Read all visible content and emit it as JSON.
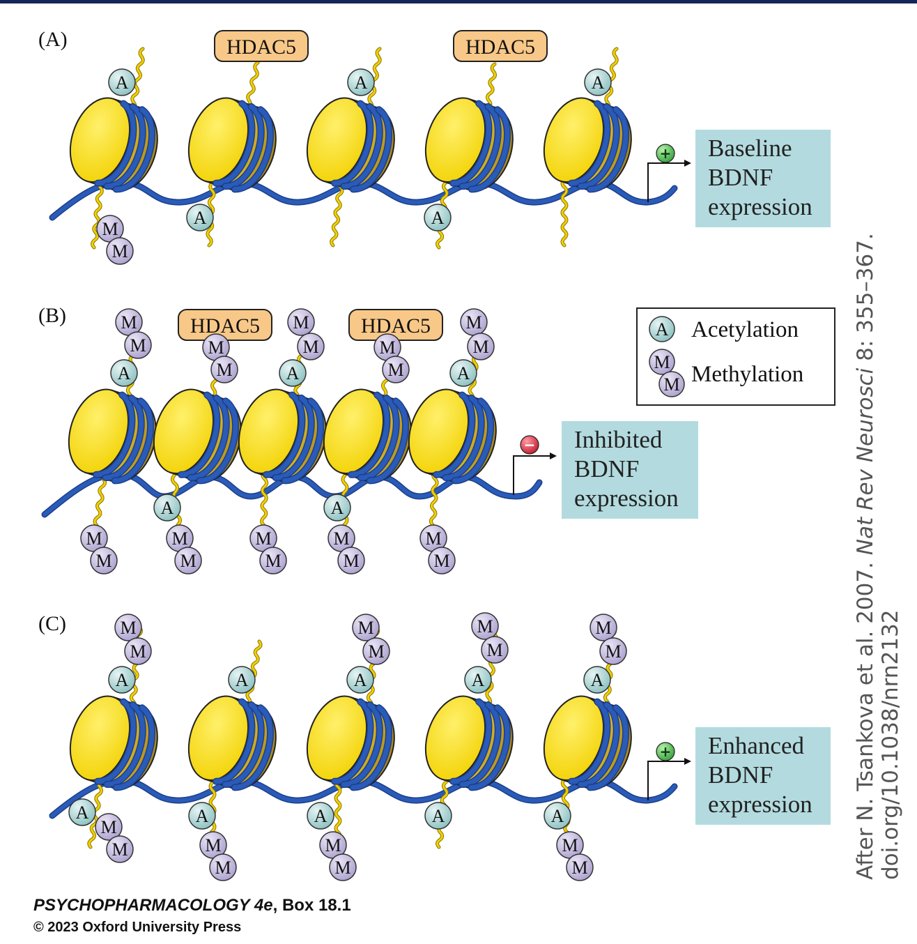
{
  "panels": [
    {
      "id": "A",
      "label": "(A)",
      "hdac_labels": [
        "HDAC5",
        "HDAC5"
      ],
      "outcome": {
        "sign": "+",
        "lines": [
          "Baseline",
          "BDNF",
          "expression"
        ]
      }
    },
    {
      "id": "B",
      "label": "(B)",
      "hdac_labels": [
        "HDAC5",
        "HDAC5"
      ],
      "outcome": {
        "sign": "−",
        "lines": [
          "Inhibited",
          "BDNF",
          "expression"
        ]
      }
    },
    {
      "id": "C",
      "label": "(C)",
      "hdac_labels": [],
      "outcome": {
        "sign": "+",
        "lines": [
          "Enhanced",
          "BDNF",
          "expression"
        ]
      }
    }
  ],
  "modification_marks": {
    "acetyl": "A",
    "methyl": "M"
  },
  "legend": {
    "acetylation": "Acetylation",
    "methylation": "Methylation"
  },
  "attribution": {
    "prefix": "After N. Tsankova et al. 2007. ",
    "journal": "Nat Rev Neurosci",
    "suffix": " 8: 355–367.",
    "doi": "doi.org/10.1038/nrn2132"
  },
  "footer": {
    "book": "PSYCHOPHARMACOLOGY 4e",
    "box": ", Box 18.1",
    "copyright": "© 2023 Oxford University Press"
  },
  "colors": {
    "dna": "#2a5bb8",
    "histone": "#f5d800",
    "histone_side": "#d8ae1c",
    "tail": "#f0d000",
    "acetyl": "#a8d4d4",
    "methyl": "#c6bde0",
    "hdac": "#f8c888",
    "outcome_box": "#b3dbdf",
    "plus": "#3cb044",
    "minus": "#d62035",
    "top_bar": "#14265a"
  }
}
